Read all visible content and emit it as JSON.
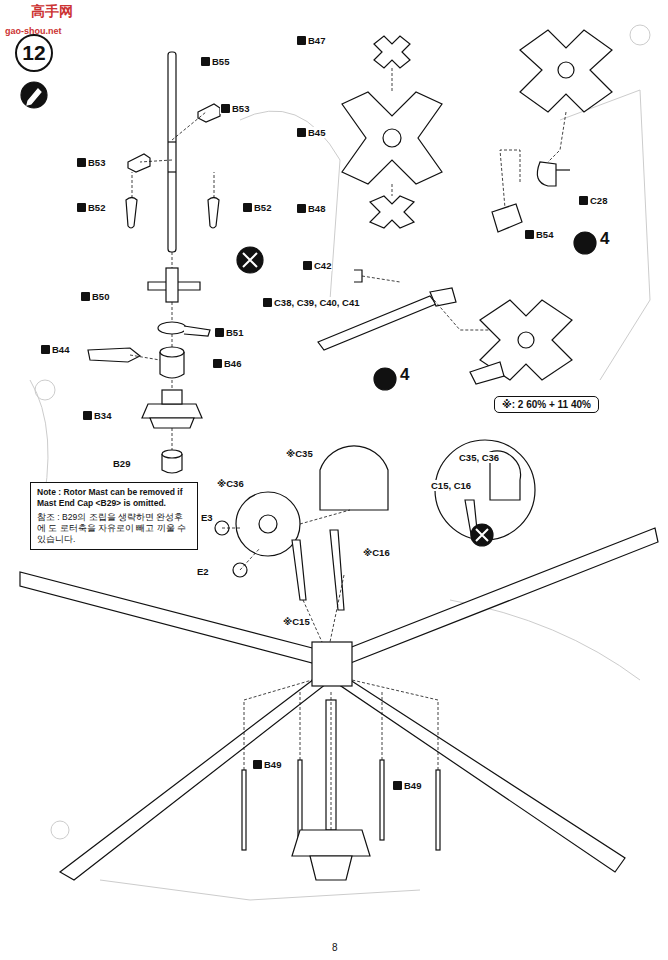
{
  "diagram": {
    "nodes": [
      {
        "text": [
          "12"
        ]
      },
      {
        "text": [
          "Note : Rotor Mast can be removed if Mast End Cap <B29> is omitted.",
          "참조 : B29의 조립을 생략하면 완성후에 도 로터축을 자유로이 빼고 끼울 수 있습니다."
        ]
      },
      {
        "text": [
          "※: 2 60% + 11 40%"
        ]
      }
    ],
    "labels": [
      "高手网",
      "gao-shou.net",
      "B55",
      "B53",
      "B53",
      "B52",
      "B52",
      "B50",
      "B51",
      "B44",
      "B46",
      "B34",
      "B29",
      "B47",
      "B45",
      "B48",
      "C28",
      "B54",
      "C42",
      "C38, C39, C40, C41",
      "4",
      "4",
      "※C35",
      "※C36",
      "E3",
      "E2",
      "※C15",
      "※C16",
      "C35, C36",
      "C15, C16",
      "B49",
      "B49",
      "8"
    ]
  }
}
